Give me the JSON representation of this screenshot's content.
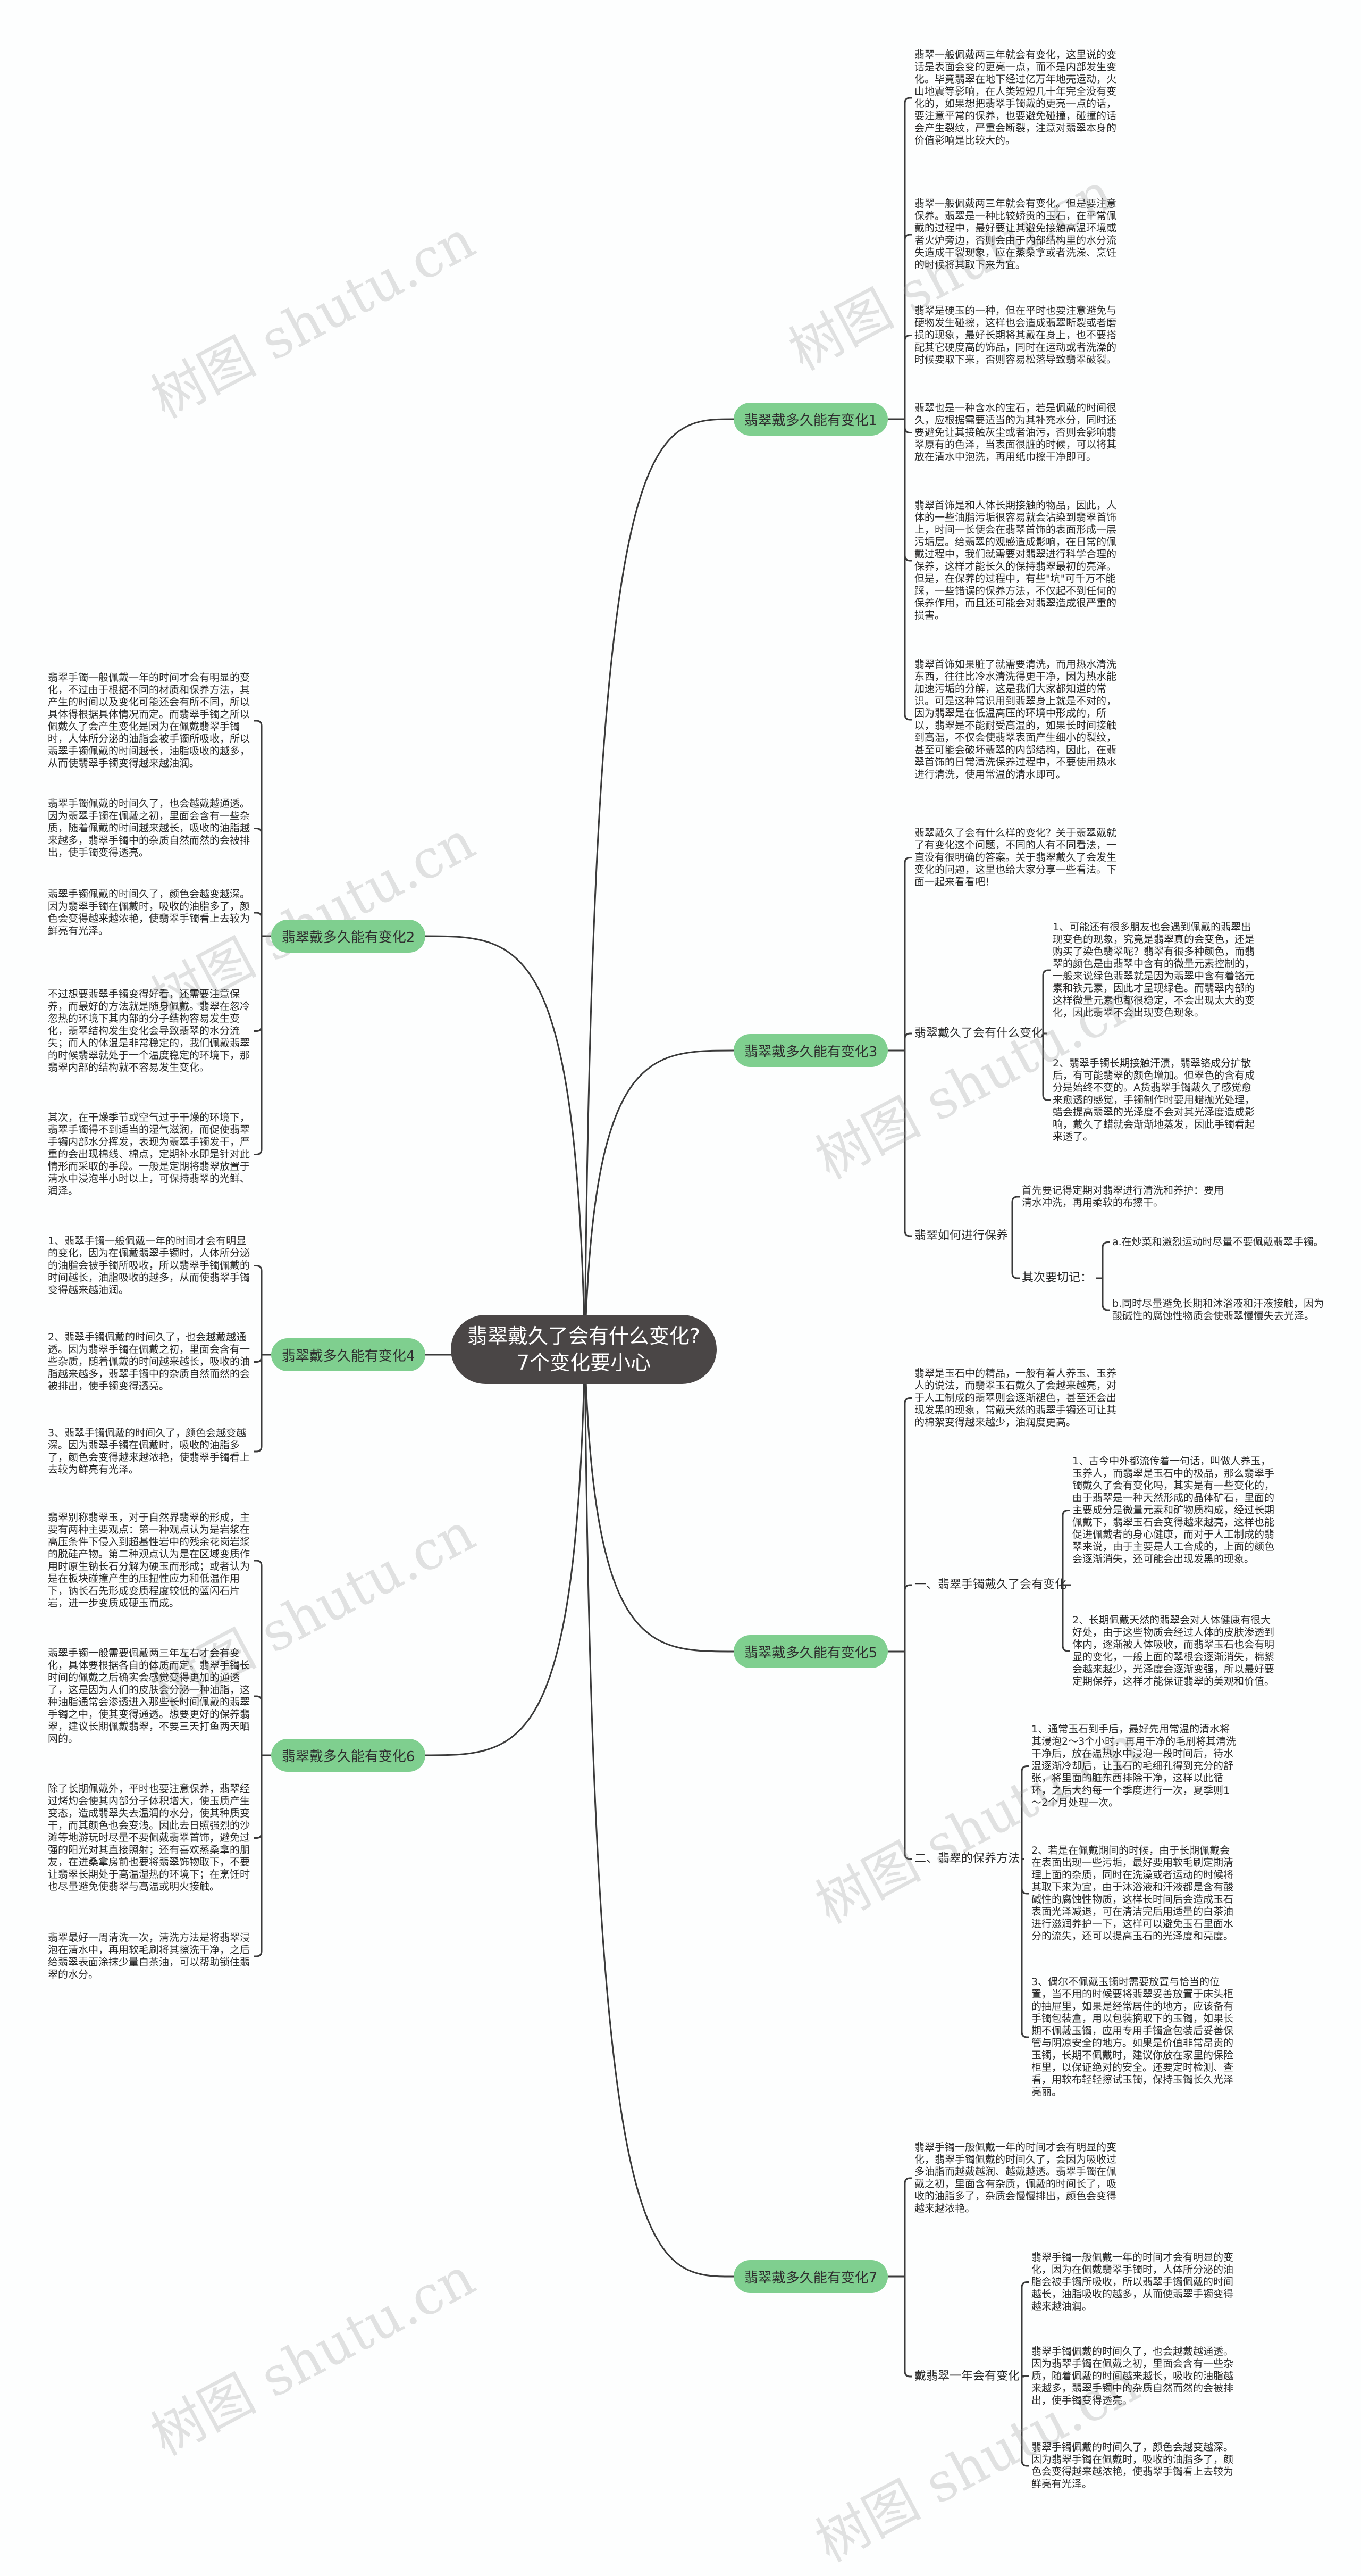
{
  "title": {
    "line1": "翡翠戴久了会有什么变化?",
    "line2": "7个变化要小心"
  },
  "watermark": "树图 shutu.cn",
  "branches": [
    {
      "label": "翡翠戴多久能有变化1",
      "items": [
        {
          "text": "翡翠一般佩戴两三年就会有变化，这里说的变话是表面会变的更亮一点，而不是内部发生变化。毕竟翡翠在地下经过亿万年地壳运动，火山地震等影响，在人类短短几十年完全没有变化的，如果想把翡翠手镯戴的更亮一点的话，要注意平常的保养，也要避免碰撞，碰撞的话会产生裂纹，严重会断裂，注意对翡翠本身的价值影响是比较大的。"
        },
        {
          "text": "翡翠一般佩戴两三年就会有变化。但是要注意保养。翡翠是一种比较娇贵的玉石，在平常佩戴的过程中，最好要让其避免接触高温环境或者火炉旁边，否则会由于内部结构里的水分流失造成干裂现象，应在蒸桑拿或者洗澡、烹饪的时候将其取下来为宜。"
        },
        {
          "text": "翡翠是硬玉的一种，但在平时也要注意避免与硬物发生碰擦，这样也会造成翡翠断裂或者磨损的现象，最好长期将其戴在身上，也不要搭配其它硬度高的饰品，同时在运动或者洗澡的时候要取下来，否则容易松落导致翡翠破裂。"
        },
        {
          "text": "翡翠也是一种含水的宝石，若是佩戴的时间很久，应根据需要适当的为其补充水分，同时还要避免让其接触灰尘或者油污，否则会影响翡翠原有的色泽，当表面很脏的时候，可以将其放在清水中泡洗，再用纸巾擦干净即可。"
        },
        {
          "text": "翡翠首饰是和人体长期接触的物品，因此，人体的一些油脂污垢很容易就会沾染到翡翠首饰上，时间一长便会在翡翠首饰的表面形成一层污垢层。给翡翠的观感造成影响，在日常的佩戴过程中，我们就需要对翡翠进行科学合理的保养，这样才能长久的保持翡翠最初的亮泽。但是，在保养的过程中，有些\"坑\"可千万不能踩，一些错误的保养方法，不仅起不到任何的保养作用，而且还可能会对翡翠造成很严重的损害。"
        },
        {
          "text": "翡翠首饰如果脏了就需要清洗，而用热水清洗东西，往往比冷水清洗得更干净，因为热水能加速污垢的分解，这是我们大家都知道的常识。可是这种常识用到翡翠身上就是不对的，因为翡翠是在低温高压的环境中形成的，所以，翡翠是不能耐受高温的，如果长时间接触到高温，不仅会使翡翠表面产生细小的裂纹，甚至可能会破坏翡翠的内部结构，因此，在翡翠首饰的日常清洗保养过程中，不要使用热水进行清洗，使用常温的清水即可。"
        }
      ]
    },
    {
      "label": "翡翠戴多久能有变化2",
      "items": [
        {
          "text": "翡翠手镯一般佩戴一年的时间才会有明显的变化，不过由于根据不同的材质和保养方法，其产生的时间以及变化可能还会有所不同，所以具体得根据具体情况而定。而翡翠手镯之所以佩戴久了会产生变化是因为在佩戴翡翠手镯时，人体所分泌的油脂会被手镯所吸收，所以翡翠手镯佩戴的时间越长，油脂吸收的越多，从而使翡翠手镯变得越来越油润。"
        },
        {
          "text": "翡翠手镯佩戴的时间久了，也会越戴越通透。因为翡翠手镯在佩戴之初，里面会含有一些杂质，随着佩戴的时间越来越长，吸收的油脂越来越多，翡翠手镯中的杂质自然而然的会被排出，使手镯变得透亮。"
        },
        {
          "text": "翡翠手镯佩戴的时间久了，颜色会越变越深。因为翡翠手镯在佩戴时，吸收的油脂多了，颜色会变得越来越浓艳，使翡翠手镯看上去较为鲜亮有光泽。"
        },
        {
          "text": "不过想要翡翠手镯变得好看，还需要注意保养，而最好的方法就是随身佩戴。翡翠在忽冷忽热的环境下其内部的分子结构容易发生变化，翡翠结构发生变化会导致翡翠的水分流失；而人的体温是非常稳定的，我们佩戴翡翠的时候翡翠就处于一个温度稳定的环境下，那翡翠内部的结构就不容易发生变化。"
        },
        {
          "text": "其次，在干燥季节或空气过于干燥的环境下，翡翠手镯得不到适当的湿气滋润，而促使翡翠手镯内部水分挥发，表现为翡翠手镯发干，严重的会出现棉线、棉点，定期补水即是针对此情形而采取的手段。一般是定期将翡翠放置于清水中浸泡半小时以上，可保持翡翠的光鲜、润泽。"
        }
      ]
    },
    {
      "label": "翡翠戴多久能有变化3",
      "items": [
        {
          "text": "翡翠戴久了会有什么样的变化？关于翡翠戴就了有变化这个问题，不同的人有不同看法，一直没有很明确的答案。关于翡翠戴久了会发生变化的问题，这里也给大家分享一些看法。下面一起来看看吧！"
        },
        {
          "label": "翡翠戴久了会有什么变化",
          "items": [
            {
              "text": "1、可能还有很多朋友也会遇到佩戴的翡翠出现变色的现象，究竟是翡翠真的会变色，还是购买了染色翡翠呢？翡翠有很多种颜色，而翡翠的颜色是由翡翠中含有的微量元素控制的，一般来说绿色翡翠就是因为翡翠中含有着铬元素和铁元素，因此才呈现绿色。而翡翠内部的这样微量元素也都很稳定，不会出现太大的变化，因此翡翠不会出现变色现象。"
            },
            {
              "text": "2、翡翠手镯长期接触汗渍，翡翠铬成分扩散后，有可能翡翠的颜色增加。但翠色的含有成分是始终不变的。A货翡翠手镯戴久了感觉愈来愈透的感觉，手镯制作时要用蜡抛光处理，蜡会提高翡翠的光泽度不会对其光泽度造成影响，戴久了蜡就会渐渐地蒸发，因此手镯看起来透了。"
            }
          ]
        },
        {
          "label": "翡翠如何进行保养",
          "items": [
            {
              "text": "首先要记得定期对翡翠进行清洗和养护：要用清水冲洗，再用柔软的布擦干。"
            },
            {
              "label": "其次要切记：",
              "items": [
                {
                  "text": "a.在炒菜和激烈运动时尽量不要佩戴翡翠手镯。"
                },
                {
                  "text": "b.同时尽量避免长期和沐浴液和汗液接触，因为酸碱性的腐蚀性物质会使翡翠慢慢失去光泽。"
                }
              ]
            }
          ]
        }
      ]
    },
    {
      "label": "翡翠戴多久能有变化4",
      "items": [
        {
          "text": "1、翡翠手镯一般佩戴一年的时间才会有明显的变化，因为在佩戴翡翠手镯时，人体所分泌的油脂会被手镯所吸收，所以翡翠手镯佩戴的时间越长，油脂吸收的越多，从而使翡翠手镯变得越来越油润。"
        },
        {
          "text": "2、翡翠手镯佩戴的时间久了，也会越戴越通透。因为翡翠手镯在佩戴之初，里面会含有一些杂质，随着佩戴的时间越来越长，吸收的油脂越来越多，翡翠手镯中的杂质自然而然的会被排出，使手镯变得透亮。"
        },
        {
          "text": "3、翡翠手镯佩戴的时间久了，颜色会越变越深。因为翡翠手镯在佩戴时，吸收的油脂多了，颜色会变得越来越浓艳，使翡翠手镯看上去较为鲜亮有光泽。"
        }
      ]
    },
    {
      "label": "翡翠戴多久能有变化5",
      "items": [
        {
          "text": "翡翠是玉石中的精品，一般有着人养玉、玉养人的说法，而翡翠玉石戴久了会越来越亮，对于人工制成的翡翠则会逐渐褪色，甚至还会出现发黑的现象，常戴天然的翡翠手镯还可让其的棉絮变得越来越少，油润度更高。"
        },
        {
          "label": "一、翡翠手镯戴久了会有变化",
          "items": [
            {
              "text": "1、古今中外都流传着一句话，叫做人养玉，玉养人，而翡翠是玉石中的极品，那么翡翠手镯戴久了会有变化吗，其实是有一些变化的，由于翡翠是一种天然形成的晶体矿石，里面的主要成分是微量元素和矿物质构成，经过长期佩戴下，翡翠玉石会变得越来越亮，这样也能促进佩戴者的身心健康，而对于人工制成的翡翠来说，由于主要是人工合成的，上面的颜色会逐渐消失，还可能会出现发黑的现象。"
            },
            {
              "text": "2、长期佩戴天然的翡翠会对人体健康有很大好处，由于这些物质会经过人体的皮肤渗透到体内，逐渐被人体吸收，而翡翠玉石也会有明显的变化，一般上面的翠根会逐渐消失，棉絮会越来越少，光泽度会逐渐变强，所以最好要定期保养，这样才能保证翡翠的美观和价值。"
            }
          ]
        },
        {
          "label": "二、翡翠的保养方法",
          "items": [
            {
              "text": "1、通常玉石到手后，最好先用常温的清水将其浸泡2～3个小时，再用干净的毛刷将其清洗干净后，放在温热水中浸泡一段时间后，待水温逐渐冷却后，让玉石的毛细孔得到充分的舒张，将里面的脏东西排除干净，这样以此循环，之后大约每一个季度进行一次，夏季则1～2个月处理一次。"
            },
            {
              "text": "2、若是在佩戴期间的时候，由于长期佩戴会在表面出现一些污垢，最好要用软毛刷定期清理上面的杂质，同时在洗澡或者运动的时候将其取下来为宜，由于沐浴液和汗液都是含有酸碱性的腐蚀性物质，这样长时间后会造成玉石表面光泽减退，可在清洁完后用适量的白茶油进行滋润养护一下，这样可以避免玉石里面水分的流失，还可以提高玉石的光泽度和亮度。"
            },
            {
              "text": "3、偶尔不佩戴玉镯时需要放置与恰当的位置，当不用的时候要将翡翠妥善放置于床头柜的抽屉里，如果是经常居住的地方，应该备有手镯包装盒，用以包装摘取下的玉镯，如果长期不佩戴玉镯，应用专用手镯盒包装后妥善保管与阴凉安全的地方。如果是价值非常昂贵的玉镯，长期不佩戴时，建议你放在家里的保险柜里，以保证绝对的安全。还要定时检测、查看，用软布轻轻擦试玉镯，保持玉镯长久光泽亮丽。"
            }
          ]
        }
      ]
    },
    {
      "label": "翡翠戴多久能有变化6",
      "items": [
        {
          "text": "翡翠别称翡翠玉，对于自然界翡翠的形成，主要有两种主要观点：第一种观点认为是岩浆在高压条件下侵入到超基性岩中的残余花岗岩浆的脱硅产物。第二种观点认为是在区域变质作用时原生钠长石分解为硬玉而形成；或者认为是在板块碰撞产生的压扭性应力和低温作用下，钠长石先形成变质程度较低的蓝闪石片岩，进一步变质成硬玉而成。"
        },
        {
          "text": "翡翠手镯一般需要佩戴两三年左右才会有变化，具体要根据各自的体质而定。翡翠手镯长时间的佩戴之后确实会感觉变得更加的通透了，这是因为人们的皮肤会分泌一种油脂，这种油脂通常会渗透进入那些长时间佩戴的翡翠手镯之中，使其变得通透。想要更好的保养翡翠，建议长期佩戴翡翠，不要三天打鱼两天晒网的。"
        },
        {
          "text": "除了长期佩戴外，平时也要注意保养，翡翠经过烤灼会使其内部分子体积增大，使玉质产生变态，造成翡翠失去温润的水分，使其种质变干，而其颜色也会变浅。因此去日照强烈的沙滩等地游玩时尽量不要佩戴翡翠首饰，避免过强的阳光对其直接照射；还有喜欢蒸桑拿的朋友，在进桑拿房前也要将翡翠饰物取下，不要让翡翠长期处于高温湿热的环境下；在烹饪时也尽量避免使翡翠与高温或明火接触。"
        },
        {
          "text": "翡翠最好一周清洗一次，清洗方法是将翡翠浸泡在清水中，再用软毛刷将其擦洗干净，之后给翡翠表面涂抹少量白茶油，可以帮助锁住翡翠的水分。"
        }
      ]
    },
    {
      "label": "翡翠戴多久能有变化7",
      "items": [
        {
          "text": "翡翠手镯一般佩戴一年的时间才会有明显的变化，翡翠手镯佩戴的时间久了，会因为吸收过多油脂而越戴越润、越戴越透。翡翠手镯在佩戴之初，里面含有杂质，佩戴的时间长了，吸收的油脂多了，杂质会慢慢排出，颜色会变得越来越浓艳。"
        },
        {
          "label": "戴翡翠一年会有变化",
          "items": [
            {
              "text": "翡翠手镯一般佩戴一年的时间才会有明显的变化，因为在佩戴翡翠手镯时，人体所分泌的油脂会被手镯所吸收，所以翡翠手镯佩戴的时间越长，油脂吸收的越多，从而使翡翠手镯变得越来越油润。"
            },
            {
              "text": "翡翠手镯佩戴的时间久了，也会越戴越通透。因为翡翠手镯在佩戴之初，里面会含有一些杂质，随着佩戴的时间越来越长，吸收的油脂越来越多，翡翠手镯中的杂质自然而然的会被排出，使手镯变得透亮。"
            },
            {
              "text": "翡翠手镯佩戴的时间久了，颜色会越变越深。因为翡翠手镯在佩戴时，吸收的油脂多了，颜色会变得越来越浓艳，使翡翠手镯看上去较为鲜亮有光泽。"
            }
          ]
        }
      ]
    }
  ],
  "colors": {
    "center_bg": "#4a4646",
    "branch_bg": "#7fcf8f",
    "line": "#3a3a3a"
  }
}
